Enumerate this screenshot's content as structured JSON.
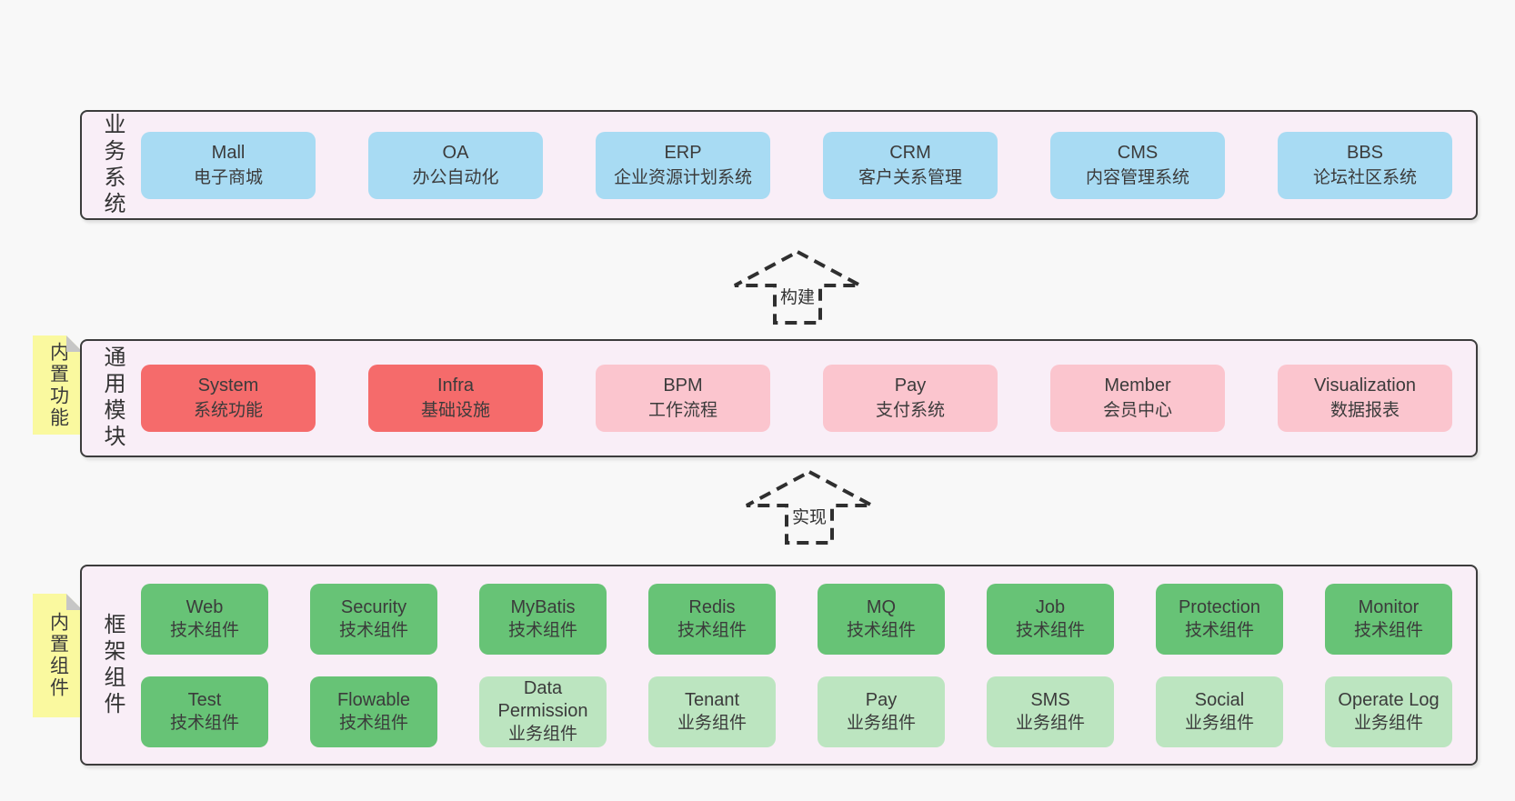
{
  "layers": [
    {
      "name": "business-systems",
      "side_label": "业务系统",
      "sticky_tab": null,
      "rows": [
        [
          {
            "title": "Mall",
            "subtitle": "电子商城",
            "color": "blue"
          },
          {
            "title": "OA",
            "subtitle": "办公自动化",
            "color": "blue"
          },
          {
            "title": "ERP",
            "subtitle": "企业资源计划系统",
            "color": "blue"
          },
          {
            "title": "CRM",
            "subtitle": "客户关系管理",
            "color": "blue"
          },
          {
            "title": "CMS",
            "subtitle": "内容管理系统",
            "color": "blue"
          },
          {
            "title": "BBS",
            "subtitle": "论坛社区系统",
            "color": "blue"
          }
        ]
      ]
    },
    {
      "name": "common-modules",
      "side_label": "通用模块",
      "sticky_tab": "内置功能",
      "rows": [
        [
          {
            "title": "System",
            "subtitle": "系统功能",
            "color": "red"
          },
          {
            "title": "Infra",
            "subtitle": "基础设施",
            "color": "red"
          },
          {
            "title": "BPM",
            "subtitle": "工作流程",
            "color": "pink"
          },
          {
            "title": "Pay",
            "subtitle": "支付系统",
            "color": "pink"
          },
          {
            "title": "Member",
            "subtitle": "会员中心",
            "color": "pink"
          },
          {
            "title": "Visualization",
            "subtitle": "数据报表",
            "color": "pink"
          }
        ]
      ]
    },
    {
      "name": "framework-components",
      "side_label": "框架组件",
      "sticky_tab": "内置组件",
      "rows": [
        [
          {
            "title": "Web",
            "subtitle": "技术组件",
            "color": "green"
          },
          {
            "title": "Security",
            "subtitle": "技术组件",
            "color": "green"
          },
          {
            "title": "MyBatis",
            "subtitle": "技术组件",
            "color": "green"
          },
          {
            "title": "Redis",
            "subtitle": "技术组件",
            "color": "green"
          },
          {
            "title": "MQ",
            "subtitle": "技术组件",
            "color": "green"
          },
          {
            "title": "Job",
            "subtitle": "技术组件",
            "color": "green"
          },
          {
            "title": "Protection",
            "subtitle": "技术组件",
            "color": "green"
          },
          {
            "title": "Monitor",
            "subtitle": "技术组件",
            "color": "green"
          }
        ],
        [
          {
            "title": "Test",
            "subtitle": "技术组件",
            "color": "green"
          },
          {
            "title": "Flowable",
            "subtitle": "技术组件",
            "color": "green"
          },
          {
            "title": "Data Permission",
            "subtitle": "业务组件",
            "color": "light_green"
          },
          {
            "title": "Tenant",
            "subtitle": "业务组件",
            "color": "light_green"
          },
          {
            "title": "Pay",
            "subtitle": "业务组件",
            "color": "light_green"
          },
          {
            "title": "SMS",
            "subtitle": "业务组件",
            "color": "light_green"
          },
          {
            "title": "Social",
            "subtitle": "业务组件",
            "color": "light_green"
          },
          {
            "title": "Operate Log",
            "subtitle": "业务组件",
            "color": "light_green"
          }
        ]
      ]
    }
  ],
  "arrows": [
    {
      "label": "构建"
    },
    {
      "label": "实现"
    }
  ],
  "colors": {
    "blue": "#a8dbf3",
    "red": "#f56b6b",
    "pink": "#fbc5ce",
    "green": "#67c376",
    "light_green": "#bce5c0",
    "layer_bg": "#f9eef7",
    "sticky_yellow": "#faf99f",
    "border": "#3c3c3c",
    "page_bg": "#f8f8f8",
    "text": "#3b3b3b",
    "fold_gray": "#c6c6c6",
    "arrow": "#2f2f2f"
  }
}
